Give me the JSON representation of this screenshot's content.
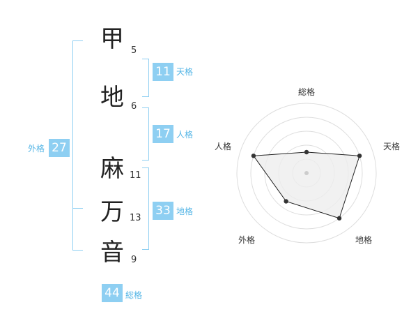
{
  "name": {
    "chars": [
      {
        "char": "甲",
        "strokes": "5"
      },
      {
        "char": "地",
        "strokes": "6"
      },
      {
        "char": "麻",
        "strokes": "11"
      },
      {
        "char": "万",
        "strokes": "13"
      },
      {
        "char": "音",
        "strokes": "9"
      }
    ]
  },
  "kaku": {
    "tenkaku": {
      "value": "11",
      "label": "天格"
    },
    "jinkaku": {
      "value": "17",
      "label": "人格"
    },
    "chikaku": {
      "value": "33",
      "label": "地格"
    },
    "gaikaku": {
      "value": "27",
      "label": "外格"
    },
    "soukaku": {
      "value": "44",
      "label": "総格"
    }
  },
  "radar": {
    "axes": [
      "総格",
      "天格",
      "地格",
      "外格",
      "人格"
    ],
    "levels": 5,
    "values": [
      1.5,
      4,
      4,
      2.5,
      4
    ],
    "max": 5
  },
  "colors": {
    "accent": "#8ecff2",
    "accent_text": "#56b6e6",
    "radar_fill": "#eeeeee",
    "radar_line": "#222222",
    "ring": "#dddddd"
  }
}
